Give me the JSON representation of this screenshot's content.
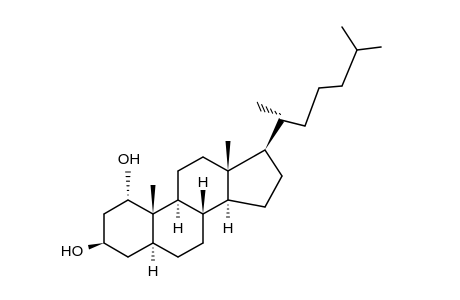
{
  "molecule": {
    "labels": {
      "oh_1": "OH",
      "oh_3": "HO",
      "h_5": "H",
      "h_8": "H",
      "h_9": "H",
      "h_14": "H"
    }
  },
  "colors": {
    "bond": "#000000",
    "background": "#ffffff",
    "text": "#000000"
  }
}
